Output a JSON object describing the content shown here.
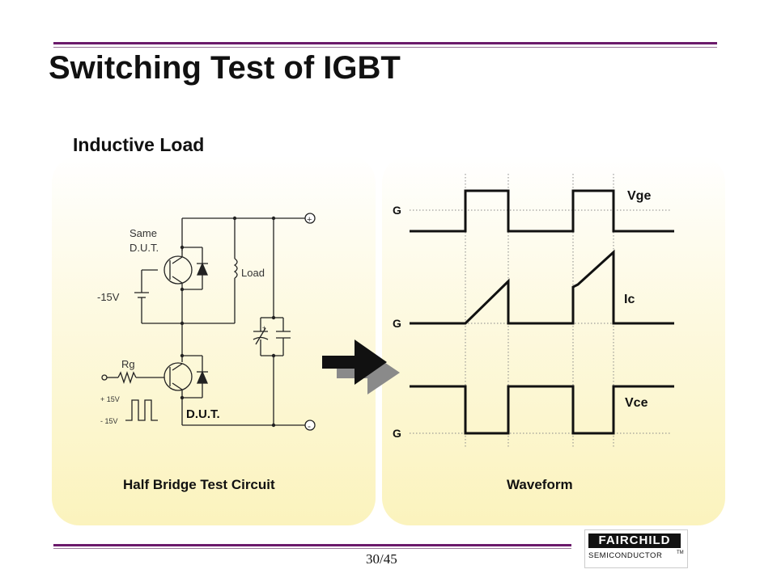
{
  "title": "Switching Test of IGBT",
  "subtitle": "Inductive Load",
  "circuit": {
    "caption": "Half Bridge Test Circuit",
    "labels": {
      "same_dut_line1": "Same",
      "same_dut_line2": "D.U.T.",
      "load": "Load",
      "neg_bias": "-15V",
      "rg": "Rg",
      "pos_pulse": "+ 15V",
      "neg_pulse": "- 15V",
      "dut": "D.U.T.",
      "plus": "+",
      "minus": "-",
      "cap_plus": "+"
    }
  },
  "waveform": {
    "caption": "Waveform",
    "signals": [
      {
        "name": "Vge",
        "ground": "G"
      },
      {
        "name": "Ic",
        "ground": "G"
      },
      {
        "name": "Vce",
        "ground": "G"
      }
    ]
  },
  "footer": {
    "page_number": "30/45",
    "logo_brand": "FAIRCHILD",
    "logo_sub": "SEMICONDUCTOR",
    "logo_tm": "TM"
  },
  "colors": {
    "accent_rule": "#6b1a6b",
    "panel_fill": "#fbf3bd",
    "arrow": "#111111"
  }
}
